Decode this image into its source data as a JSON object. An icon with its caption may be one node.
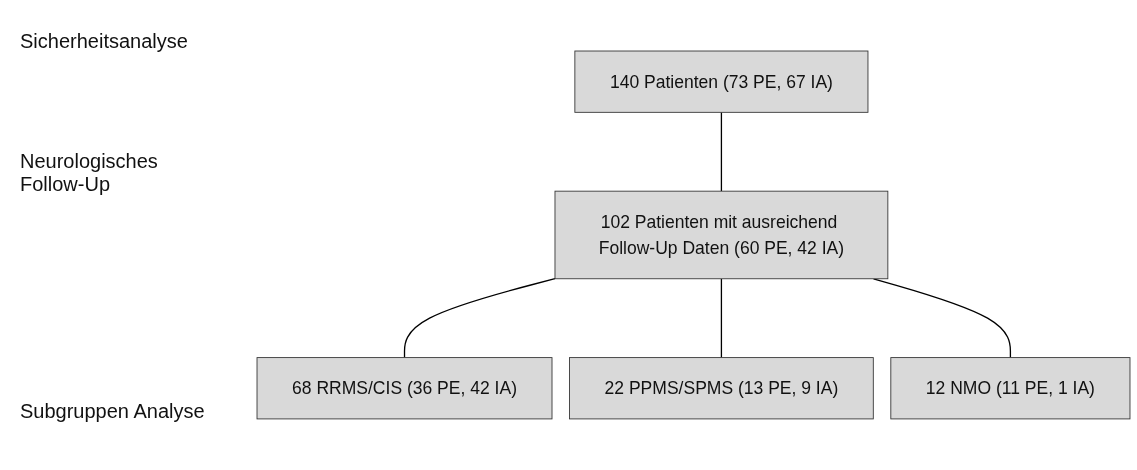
{
  "diagram": {
    "nodes": [
      {
        "text": [
          "140 Patienten (73 PE, 67 IA)"
        ]
      },
      {
        "text": [
          "102 Patienten mit ausreichend Follow-Up Daten (60 PE, 42 IA)"
        ]
      },
      {
        "text": [
          "68 RRMS/CIS (36 PE, 42 IA)"
        ]
      },
      {
        "text": [
          "22 PPMS/SPMS (13 PE, 9 IA)"
        ]
      },
      {
        "text": [
          "12 NMO (11 PE, 1 IA)"
        ]
      }
    ],
    "edges": [
      {
        "from": 0,
        "to": 1,
        "arrow": "none"
      },
      {
        "from": 1,
        "to": 2,
        "arrow": "none"
      },
      {
        "from": 1,
        "to": 3,
        "arrow": "none"
      },
      {
        "from": 1,
        "to": 4,
        "arrow": "none"
      }
    ],
    "labels": [
      "Sicherheitsanalyse",
      "Neurologisches Follow-Up",
      "Subgruppen Analyse"
    ]
  }
}
